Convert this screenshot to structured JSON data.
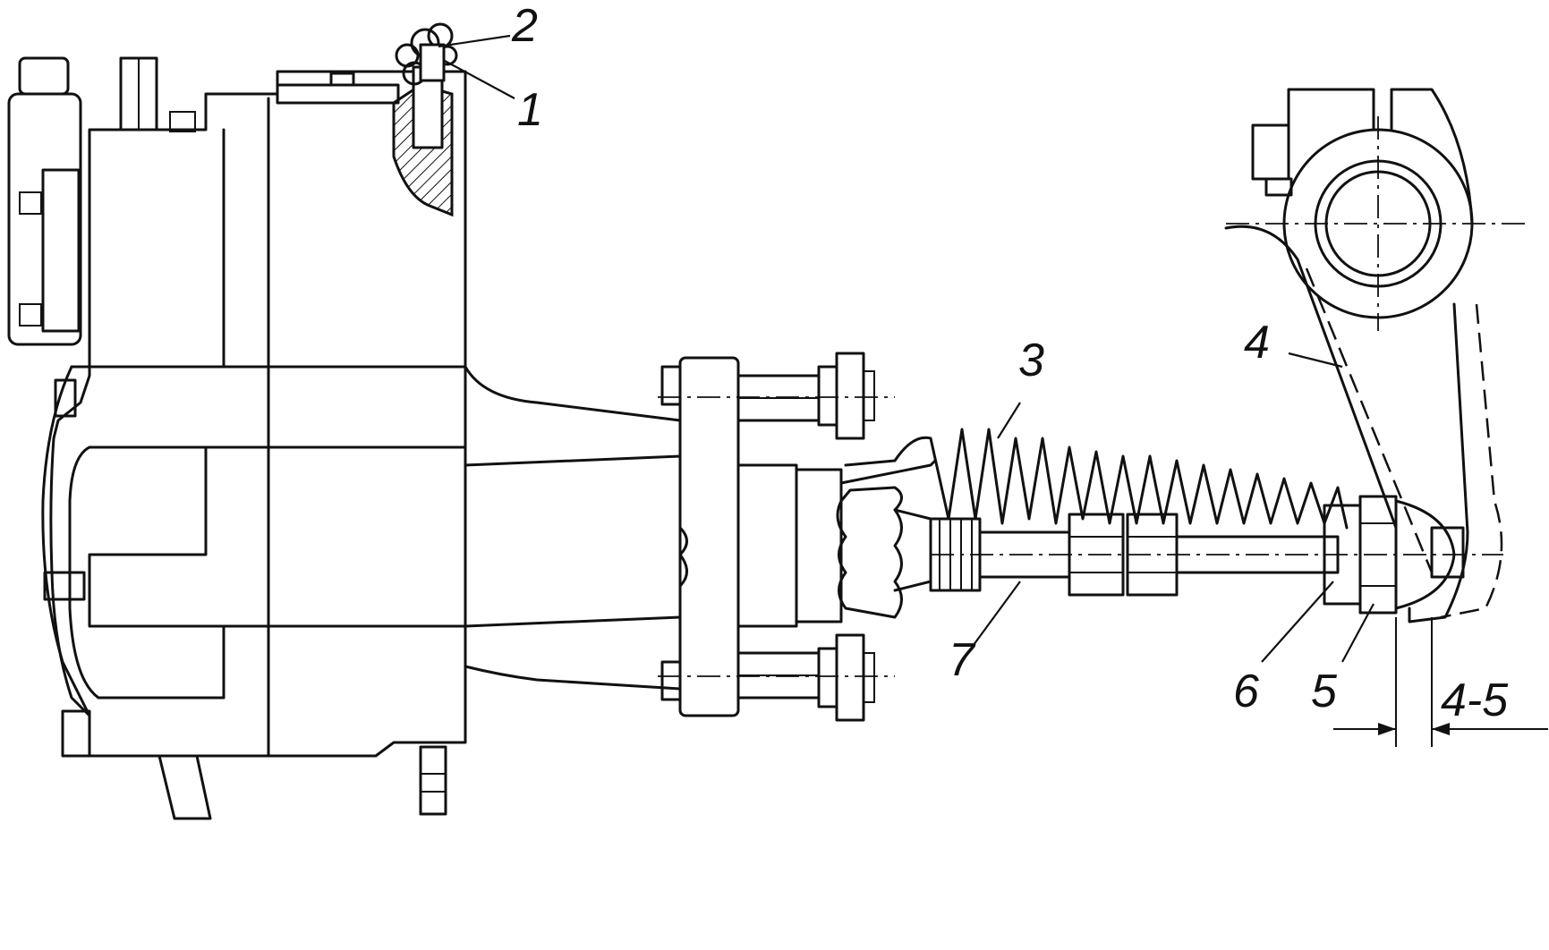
{
  "labels": {
    "l1": "1",
    "l2": "2",
    "l3": "3",
    "l4": "4",
    "l5": "5",
    "l6": "6",
    "l7": "7",
    "gap": "4-5"
  },
  "colors": {
    "ink": "#111111",
    "paper": "#ffffff"
  }
}
